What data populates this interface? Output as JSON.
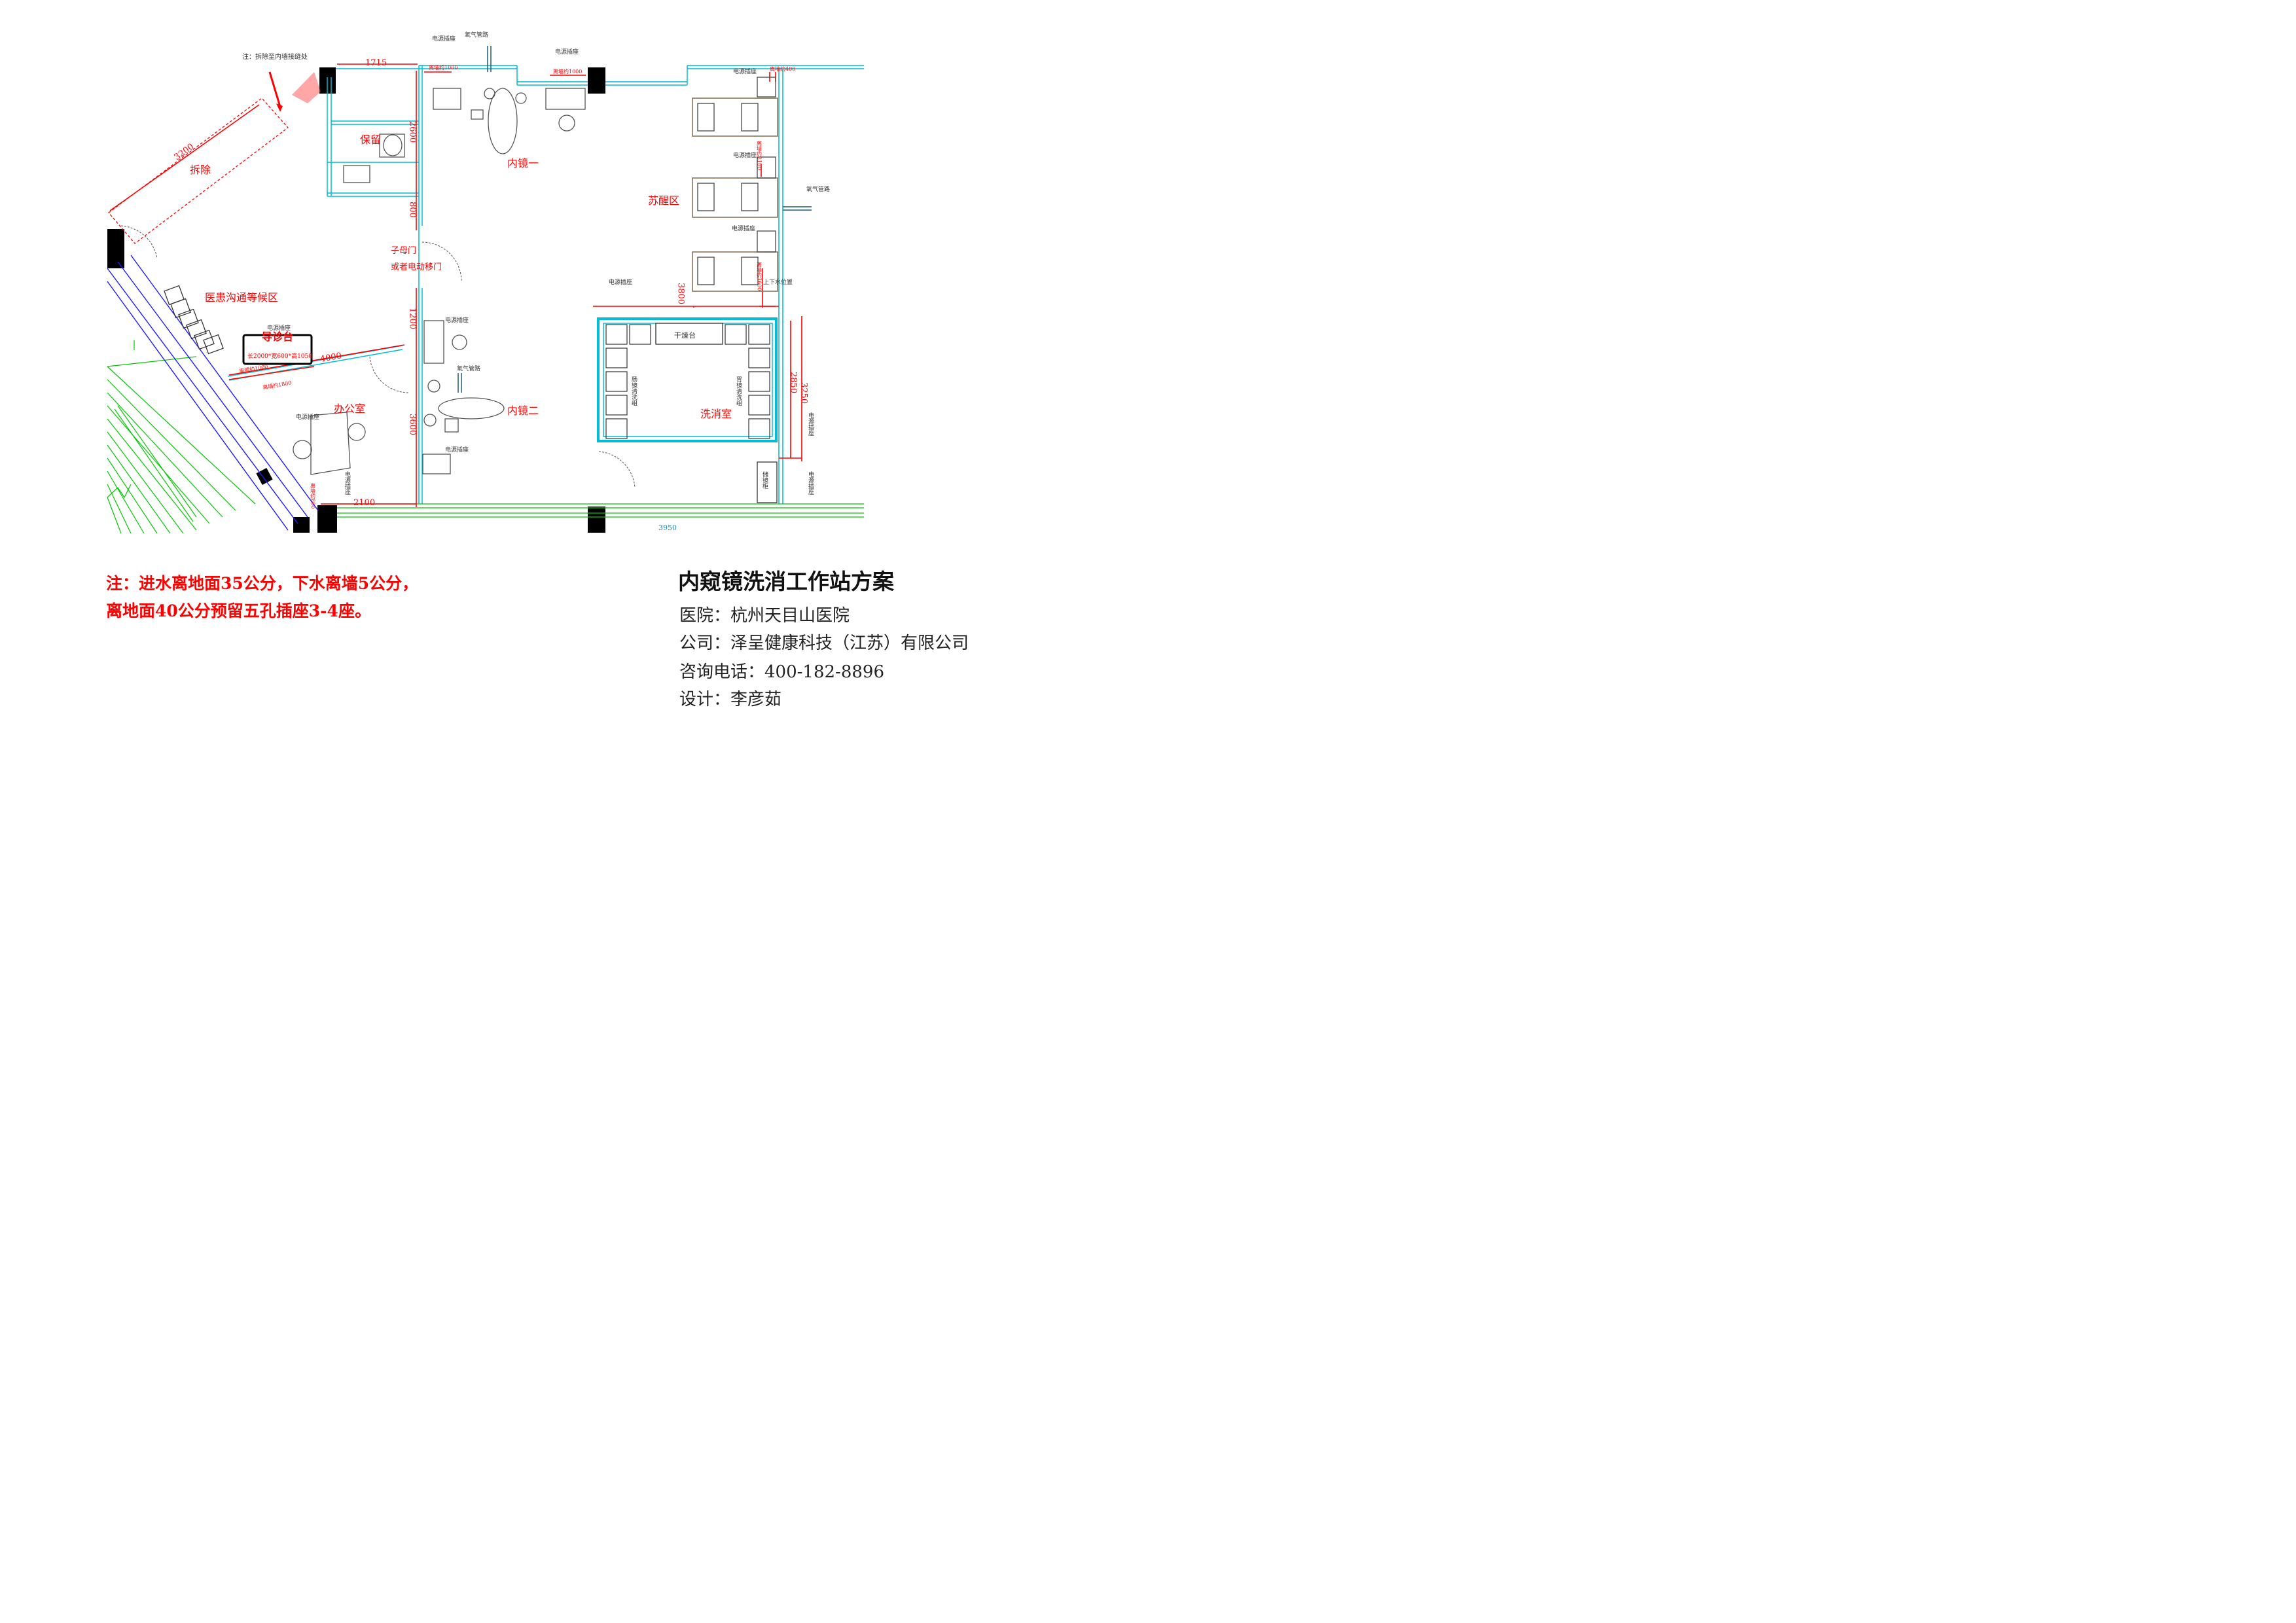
{
  "plan": {
    "labels": {
      "remove_note": "注：拆除至内墙接缝处",
      "remove": "拆除",
      "keep": "保留",
      "scope1": "内镜一",
      "scope2": "内镜二",
      "recovery": "苏醒区",
      "waiting": "医患沟通等候区",
      "desk": "导诊台",
      "desk_size": "长2000*宽600*高1050",
      "office": "办公室",
      "wash_room": "洗消室",
      "door1": "子母门",
      "door2": "或者电动移门",
      "colon_group": "肠镜清洗组",
      "gastro_group": "胃镜清洗组",
      "dryer": "干燥台",
      "storage": "储镜柜",
      "water_pos": "上下水位置"
    },
    "sockets": {
      "socket": "电源插座",
      "oxygen": "氧气管路"
    },
    "small_notes": {
      "wall1000": "离墙约1000",
      "wall1000b": "离墙约1000",
      "wall1800": "离墙约1800",
      "wall400": "离墙约400",
      "wall2100": "离墙约2100",
      "wall1600": "离墙约1600",
      "wall800": "离墙约800"
    },
    "dims": {
      "d1715": "1715",
      "d3200": "3200",
      "d2600": "2600",
      "d800": "800",
      "d1200": "1200",
      "d3600": "3600",
      "d4000": "4000",
      "d2100": "2100",
      "d3950": "3950",
      "d3800": "3800",
      "d2850": "2850",
      "d3250": "3250"
    }
  },
  "notes": {
    "line1": "注：进水离地面35公分，下水离墙5公分，",
    "line2": "离地面40公分预留五孔插座3-4座。"
  },
  "info": {
    "title": "内窥镜洗消工作站方案",
    "hospital": "医院：杭州天目山医院",
    "company": "公司：泽呈健康科技（江苏）有限公司",
    "phone": "咨询电话：400-182-8896",
    "designer": "设计：李彦茹"
  },
  "colors": {
    "wall": "#00bcd4",
    "dimension": "#ff0000",
    "stair": "#00c800",
    "furniture": "#555555",
    "column": "#000000"
  }
}
